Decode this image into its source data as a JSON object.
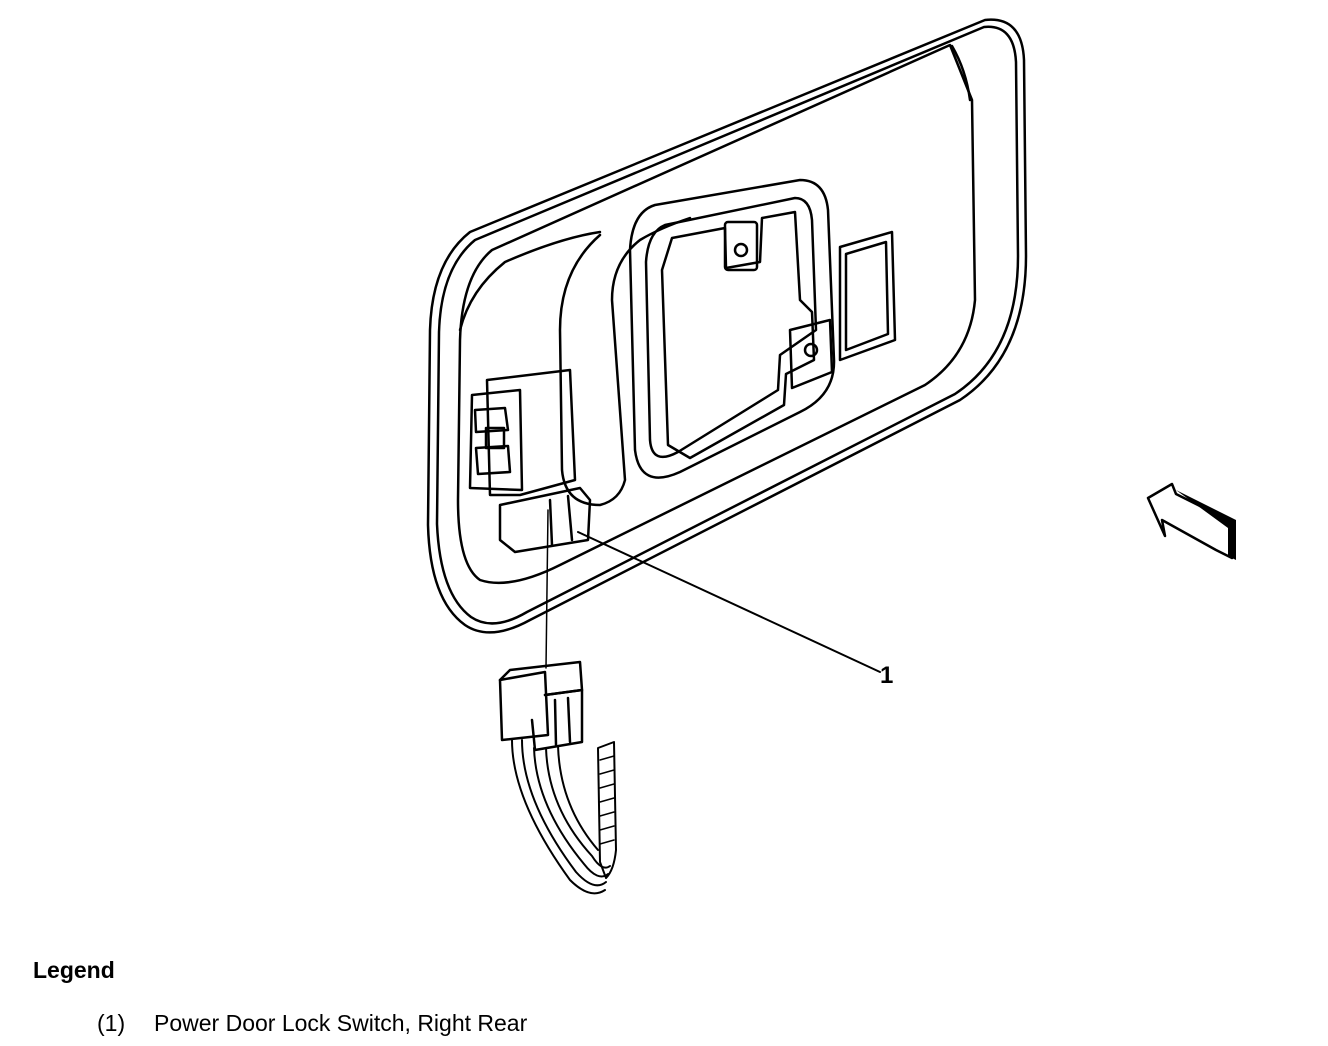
{
  "callouts": [
    {
      "number": "1"
    }
  ],
  "legend": {
    "title": "Legend",
    "items": [
      {
        "number": "(1)",
        "text": "Power Door Lock Switch, Right Rear"
      }
    ]
  },
  "icons": {
    "view_arrow": "view-direction-arrow-icon"
  }
}
